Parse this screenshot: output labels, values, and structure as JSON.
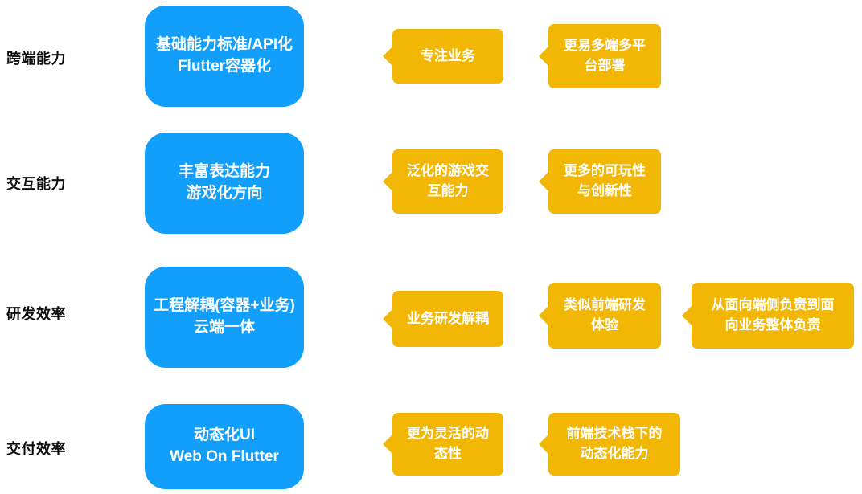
{
  "meta": {
    "title": "跨端技术能力与价值对照图",
    "colors": {
      "blue": "#129ffc",
      "yellow": "#f2b705",
      "label_text": "#0d0d0d",
      "box_text": "#ffffff",
      "background": "#ffffff"
    }
  },
  "rows": [
    {
      "label": "跨端能力",
      "capability": {
        "lines": [
          "基础能力标准/API化",
          "Flutter容器化"
        ]
      },
      "benefits": [
        {
          "lines": [
            "专注业务"
          ]
        },
        {
          "lines": [
            "更易多端多平",
            "台部署"
          ]
        }
      ]
    },
    {
      "label": "交互能力",
      "capability": {
        "lines": [
          "丰富表达能力",
          "游戏化方向"
        ]
      },
      "benefits": [
        {
          "lines": [
            "泛化的游戏交",
            "互能力"
          ]
        },
        {
          "lines": [
            "更多的可玩性",
            "与创新性"
          ]
        }
      ]
    },
    {
      "label": "研发效率",
      "capability": {
        "lines": [
          "工程解耦(容器+业务)",
          "云端一体"
        ]
      },
      "benefits": [
        {
          "lines": [
            "业务研发解耦"
          ]
        },
        {
          "lines": [
            "类似前端研发",
            "体验"
          ]
        },
        {
          "lines": [
            "从面向端侧负责到面",
            "向业务整体负责"
          ]
        }
      ]
    },
    {
      "label": "交付效率",
      "capability": {
        "lines": [
          "动态化UI",
          "Web On Flutter"
        ]
      },
      "benefits": [
        {
          "lines": [
            "更为灵活的动",
            "态性"
          ]
        },
        {
          "lines": [
            "前端技术栈下的",
            "动态化能力"
          ]
        }
      ]
    }
  ]
}
